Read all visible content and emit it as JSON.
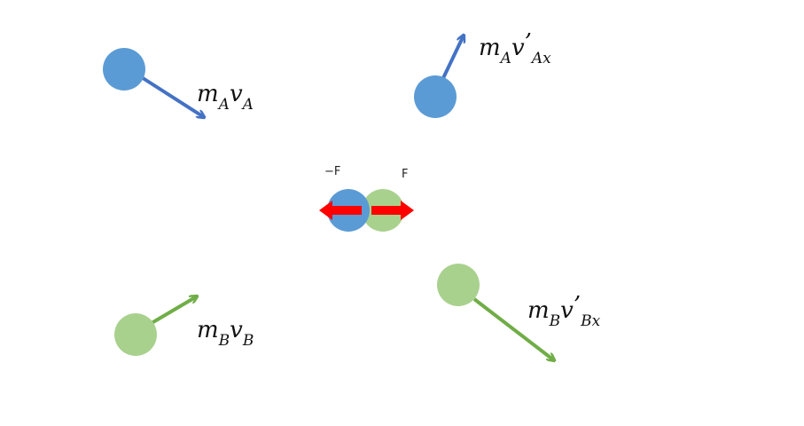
{
  "colors": {
    "ball_a": "#5B9BD5",
    "ball_b": "#A9D18E",
    "arrow_a": "#4472C4",
    "arrow_b": "#70AD47",
    "force_arrow": "#FF0000"
  },
  "labels": {
    "a_before": {
      "m": "m",
      "m_sub": "A",
      "v": "v",
      "v_sub": "A"
    },
    "a_after": {
      "m": "m",
      "m_sub": "A",
      "v": "v",
      "prime": "’",
      "v_sub": "Ax"
    },
    "b_before": {
      "m": "m",
      "m_sub": "B",
      "v": "v",
      "v_sub": "B"
    },
    "b_after": {
      "m": "m",
      "m_sub": "B",
      "v": "v",
      "prime": "’",
      "v_sub": "Bx"
    }
  },
  "collision": {
    "force_left_label": "−F",
    "force_right_label": "F"
  }
}
